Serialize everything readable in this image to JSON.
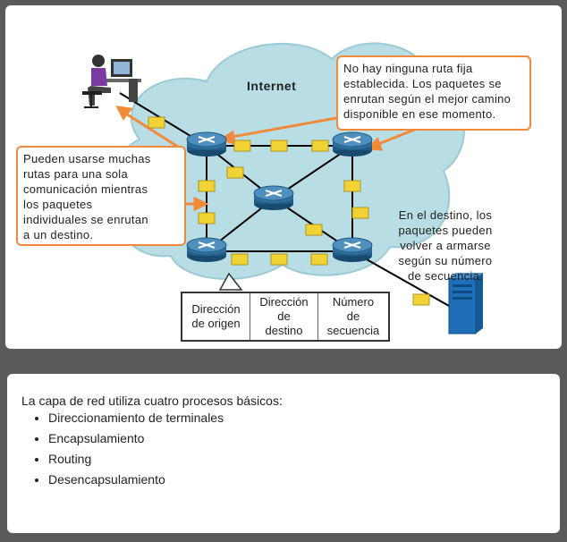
{
  "diagram": {
    "network_label": "Internet",
    "callout_left": "Pueden usarse muchas\nrutas para una sola\ncomunicación mientras\nlos paquetes\nindividuales se enrutan\na un destino.",
    "callout_right": "No hay ninguna ruta fija\nestablecida. Los paquetes se\nenrutan según el mejor camino\ndisponible en ese momento.",
    "destination_note": "En el destino, los\npaquetes pueden\nvolver a armarse\nsegún su número\nde secuencia.",
    "header_fields": [
      "Dirección\nde origen",
      "Dirección\nde\ndestino",
      "Número\nde\nsecuencia"
    ],
    "colors": {
      "cloud": "#b8dde5",
      "router": "#2e6e9e",
      "packet": "#f2d335",
      "callout_border": "#f28a3c",
      "server": "#1e6fb8"
    }
  },
  "summary": {
    "intro": "La capa de red utiliza cuatro procesos básicos:",
    "items": [
      "Direccionamiento de terminales",
      "Encapsulamiento",
      "Routing",
      "Desencapsulamiento"
    ]
  }
}
